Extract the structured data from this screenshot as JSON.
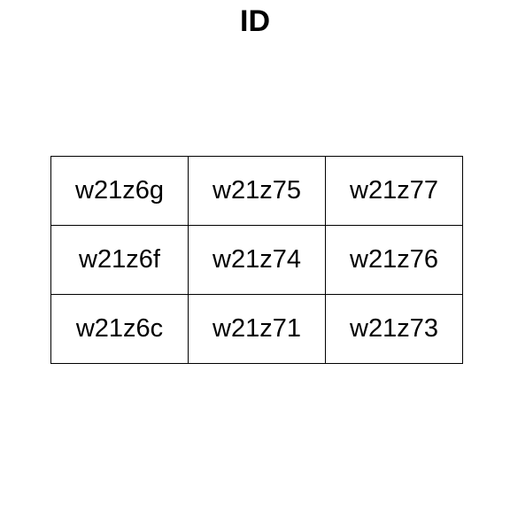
{
  "title": "ID",
  "grid": {
    "rows": [
      [
        "w21z6g",
        "w21z75",
        "w21z77"
      ],
      [
        "w21z6f",
        "w21z74",
        "w21z76"
      ],
      [
        "w21z6c",
        "w21z71",
        "w21z73"
      ]
    ]
  }
}
